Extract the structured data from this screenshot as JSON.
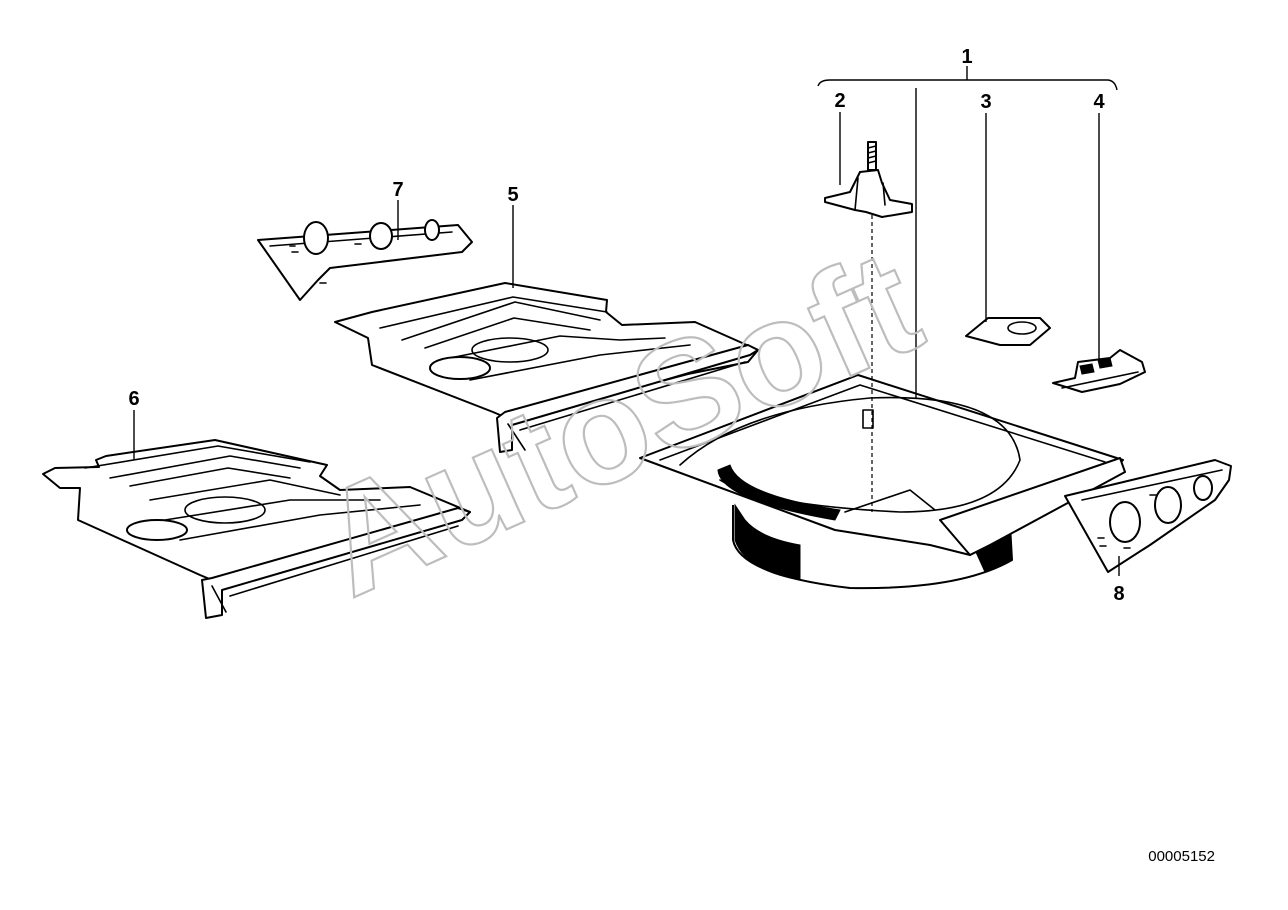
{
  "diagram": {
    "callouts": [
      {
        "id": "callout-1",
        "label": "1"
      },
      {
        "id": "callout-2",
        "label": "2"
      },
      {
        "id": "callout-3",
        "label": "3"
      },
      {
        "id": "callout-4",
        "label": "4"
      },
      {
        "id": "callout-5",
        "label": "5"
      },
      {
        "id": "callout-6",
        "label": "6"
      },
      {
        "id": "callout-7",
        "label": "7"
      },
      {
        "id": "callout-8",
        "label": "8"
      }
    ],
    "document_number": "00005152",
    "watermark": "AutoSoft"
  },
  "colors": {
    "line": "#000000",
    "background": "#ffffff",
    "watermark": "#bdbdbd"
  }
}
